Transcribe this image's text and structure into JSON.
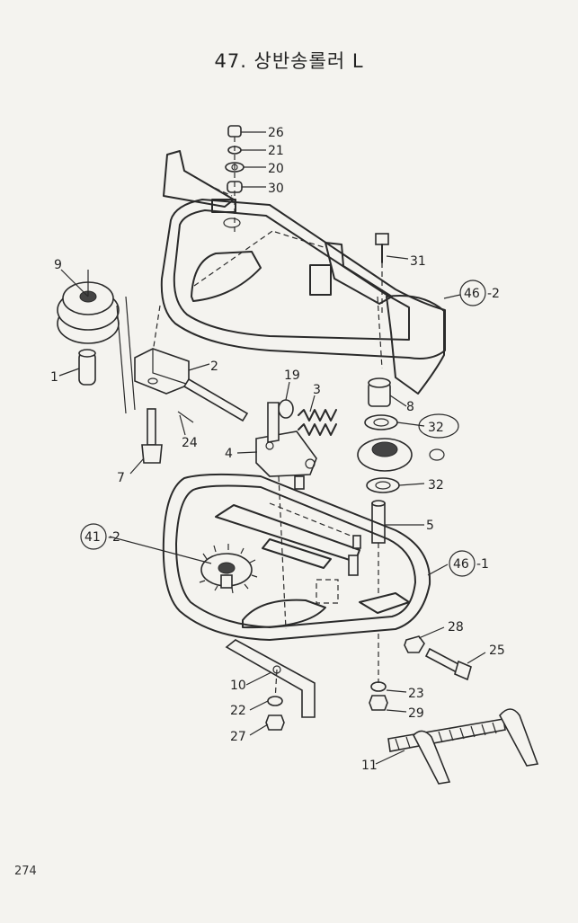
{
  "title": "47. 상반송롤러 L",
  "page_number": "274",
  "callouts": {
    "p26": "26",
    "p21": "21",
    "p20": "20",
    "p30": "30",
    "p31": "31",
    "p46_2": "46",
    "p46_2s": "-2",
    "p9": "9",
    "p1": "1",
    "p2": "2",
    "p19": "19",
    "p3": "3",
    "p24": "24",
    "p4": "4",
    "p7": "7",
    "p8": "8",
    "p32a": "32",
    "p32b": "32",
    "p5": "5",
    "p41_2": "41",
    "p41_2s": "-2",
    "p46_1": "46",
    "p46_1s": "-1",
    "p28": "28",
    "p25": "25",
    "p10": "10",
    "p23": "23",
    "p22": "22",
    "p29": "29",
    "p27": "27",
    "p11": "11"
  }
}
